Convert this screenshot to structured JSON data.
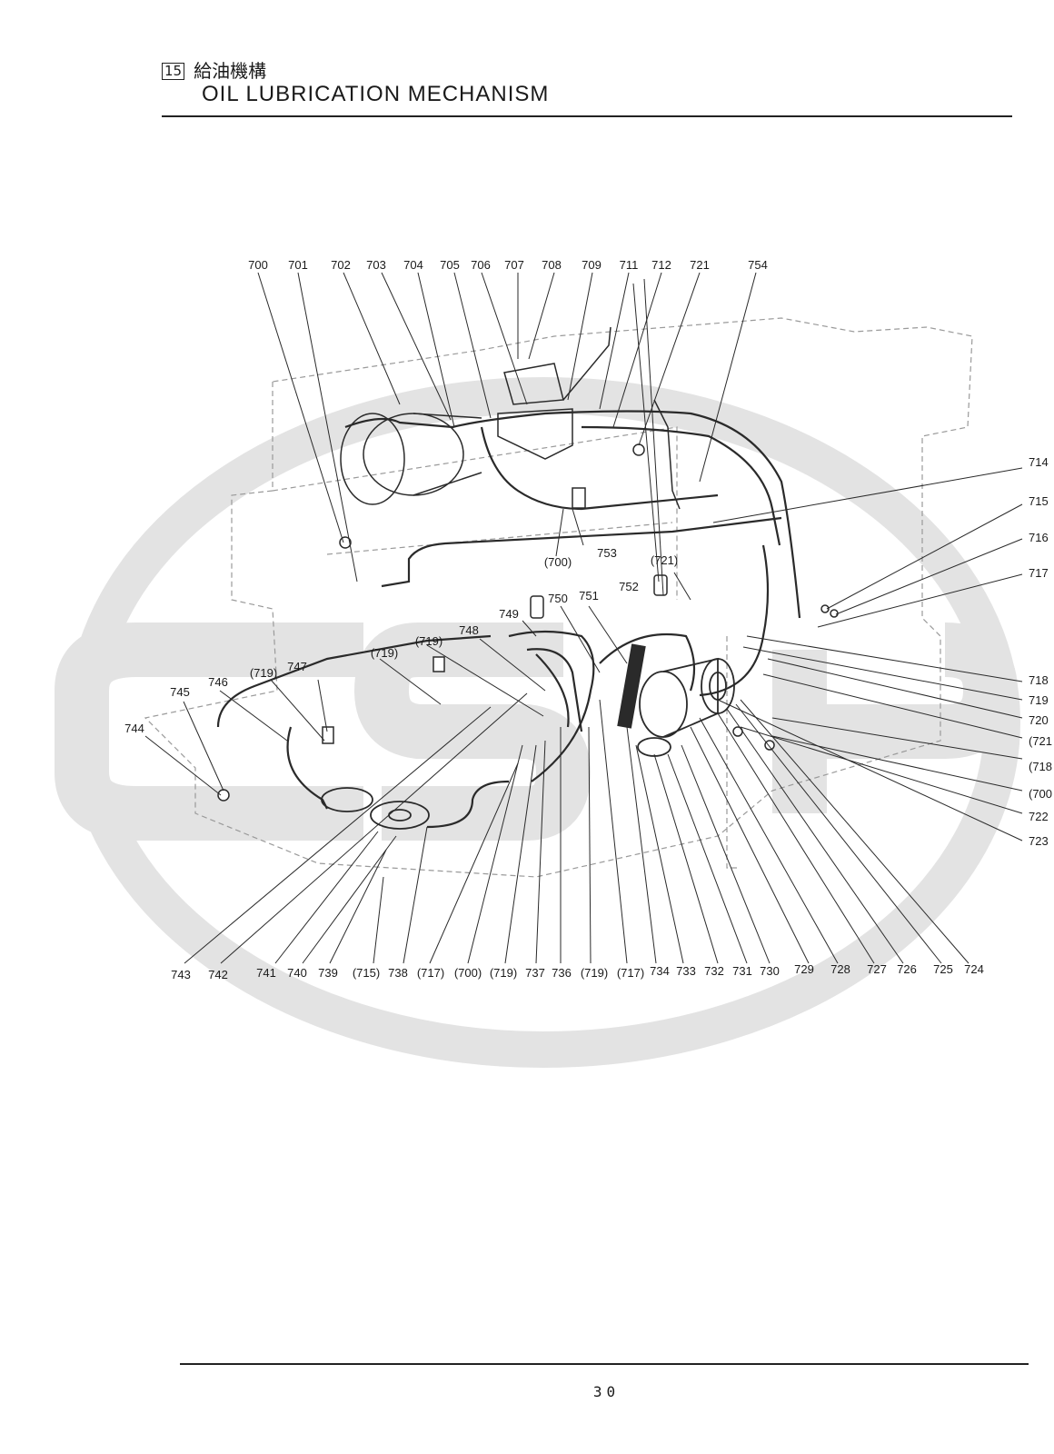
{
  "header": {
    "section_number": "15",
    "title_jp": "給油機構",
    "title_en": "OIL LUBRICATION MECHANISM"
  },
  "watermark": {
    "text": "CSMP",
    "color": "#e3e3e3"
  },
  "diagram": {
    "top_labels": [
      "700",
      "701",
      "702",
      "703",
      "704",
      "705",
      "706",
      "707",
      "708",
      "709",
      "711",
      "712",
      "721",
      "754"
    ],
    "right_labels": [
      "714",
      "715",
      "716",
      "717",
      "718",
      "719",
      "720",
      "(721",
      "(718",
      "(700",
      "722",
      "723"
    ],
    "bottom_labels": [
      "743",
      "742",
      "741",
      "740",
      "739",
      "(715)",
      "738",
      "(717)",
      "(700)",
      "(719)",
      "737",
      "736",
      "(719)",
      "(717)",
      "734",
      "733",
      "732",
      "731",
      "730",
      "729",
      "728",
      "727",
      "726",
      "725",
      "724"
    ],
    "inner_labels": [
      "(700)",
      "753",
      "(721)",
      "752",
      "750",
      "751",
      "749",
      "748",
      "(719)",
      "(719)",
      "(719)",
      "747",
      "746",
      "745",
      "744"
    ]
  },
  "footer": {
    "page_number": "30"
  }
}
